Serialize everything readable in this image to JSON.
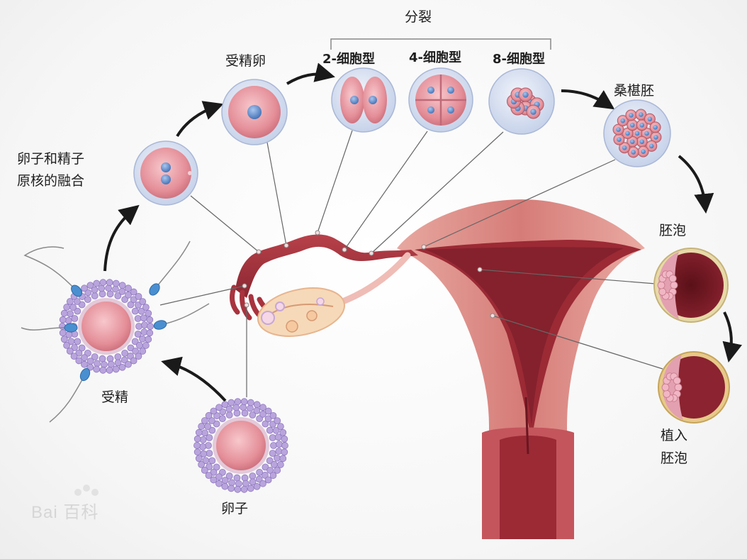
{
  "labels": {
    "division": "分裂",
    "fertilized_egg": "受精卵",
    "two_cell": "2-细胞型",
    "four_cell": "4-细胞型",
    "eight_cell": "8-细胞型",
    "morula": "桑椹胚",
    "pronuclei_fusion_line1": "卵子和精子",
    "pronuclei_fusion_line2": "原核的融合",
    "blastocyst": "胚泡",
    "fertilization": "受精",
    "egg": "卵子",
    "implanted_line1": "植入",
    "implanted_line2": "胚泡"
  },
  "watermark": {
    "text": "Bai 百科"
  },
  "colors": {
    "cell_pink": "#e8a0a8",
    "zona": "#c9d6ec",
    "nucleus": "#5b86c4",
    "uterus_dark": "#9b2a35",
    "uterus_light": "#e39a94",
    "corona": "#a993cf",
    "arrow": "#1a1a1a"
  }
}
